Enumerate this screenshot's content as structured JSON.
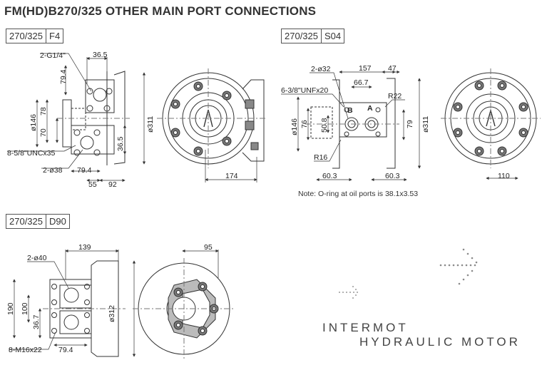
{
  "title": "FM(HD)B270/325  OTHER MAIN PORT CONNECTIONS",
  "views": {
    "f4": {
      "model": "270/325",
      "code": "F4",
      "labels": {
        "port_thread": "2-G1/4\"",
        "d36_5": "36.5",
        "d79_4_top": "79.4",
        "d146": "ø146",
        "d78": "78",
        "d70": "70",
        "bolt_thread": "8-5/8\"UNCx35",
        "port_dia": "2-ø38",
        "d79_4_bottom": "79.4",
        "d36_5_v": "36.5",
        "d55": "55",
        "d92": "92",
        "d311": "ø311",
        "d174": "174"
      }
    },
    "s04": {
      "model": "270/325",
      "code": "S04",
      "labels": {
        "port_dia": "2-ø32",
        "d157": "157",
        "d47": "47",
        "d66_7": "66.7",
        "bolt_thread": "6-3/8\"UNFx20",
        "r22": "R22",
        "d146": "ø146",
        "d76": "76",
        "d50_8": "50.8",
        "port_b": "B",
        "port_a": "A",
        "d79": "79",
        "d311": "ø311",
        "r16": "R16",
        "d60_3_left": "60.3",
        "d60_3_right": "60.3",
        "d110": "110"
      },
      "note": "Note: O-ring at oil ports is 38.1x3.53"
    },
    "d90": {
      "model": "270/325",
      "code": "D90",
      "labels": {
        "d139": "139",
        "port_dia": "2-ø40",
        "d190": "190",
        "d100": "100",
        "d36_7": "36.7",
        "bolt_thread": "8-M16x22",
        "d79_4": "79.4",
        "d312": "ø312",
        "d95": "95"
      }
    }
  },
  "brand": {
    "line1": "INTERMOT",
    "line2": "HYDRAULIC MOTOR"
  }
}
